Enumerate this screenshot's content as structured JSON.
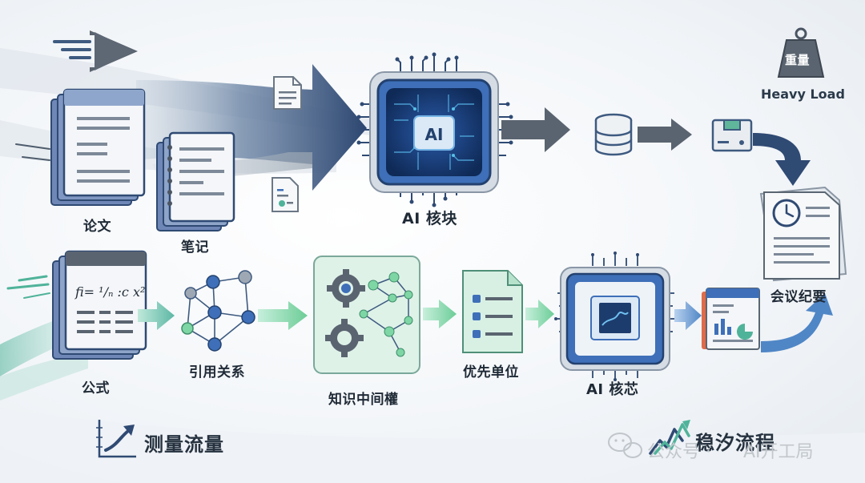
{
  "labels": {
    "paper": "论文",
    "notes": "笔记",
    "ai_block": "AI 核块",
    "heavy_weight": "重量",
    "heavy_load": "Heavy Load",
    "minutes": "会议纪要",
    "formula": "公式",
    "citations": "引用关系",
    "knowledge": "知识中间權",
    "priority": "优先单位",
    "ai_core": "AI 核芯",
    "measure_flow": "测量流量",
    "steady_flow": "稳汐流程"
  },
  "chip_badges": {
    "top_chip": "AI"
  },
  "formula_text": "fi= ¹/ₙ :c x²",
  "watermark": {
    "channel_prefix": "公众号 ·",
    "channel_name": "AI开工局"
  },
  "colors": {
    "navy_arrow": "#2f4a73",
    "gray_arrow": "#5b6470",
    "green_arrow": "#7fd6a5",
    "blue_arrow": "#6f9fd4",
    "chip_blue": "#3e6fb8",
    "chip_frame": "#cfd6de"
  }
}
